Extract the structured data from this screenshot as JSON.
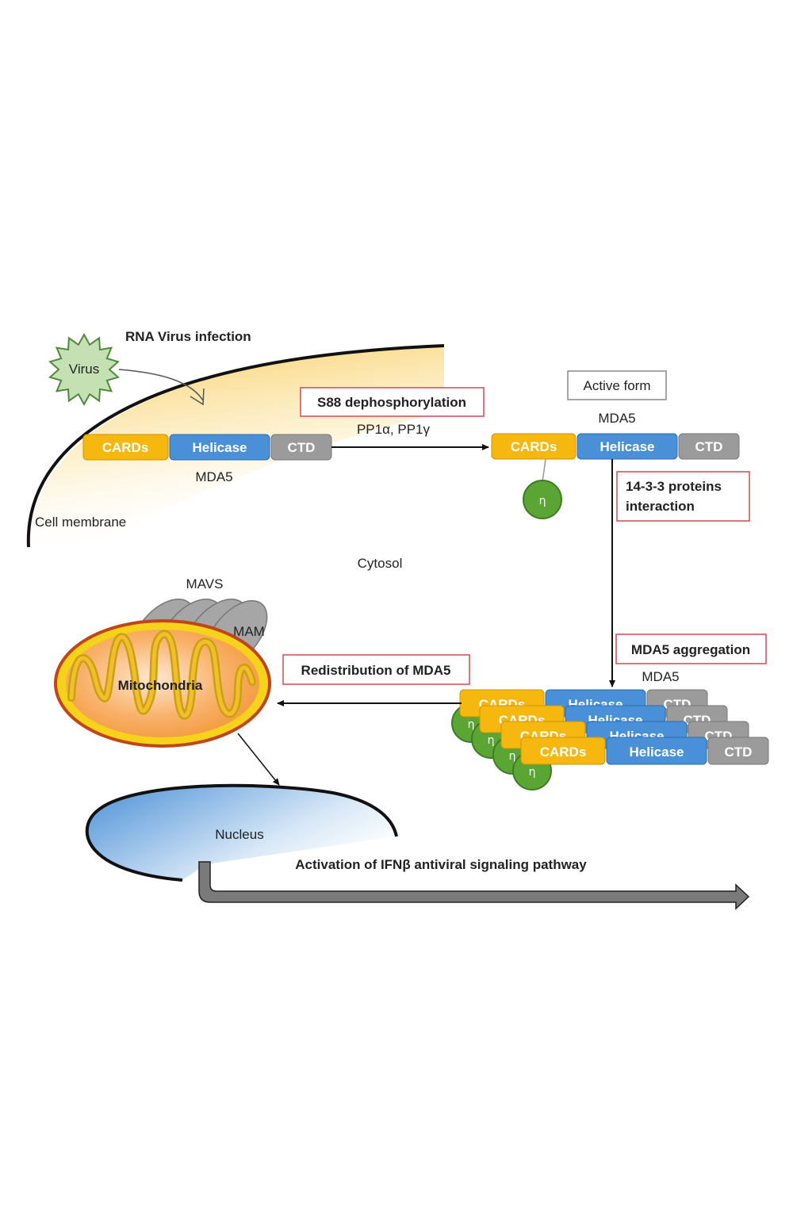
{
  "title": "RNA Virus infection",
  "colors": {
    "cards": "#F6B80F",
    "helicase": "#4A90D9",
    "ctd": "#9B9B9B",
    "eta": "#5AA534",
    "box_border": "#D04A55",
    "virus_fill": "#C5E0B3",
    "virus_stroke": "#4E8A3A"
  },
  "labels": {
    "virus": "Virus",
    "cell_membrane": "Cell membrane",
    "cytosol": "Cytosol",
    "mavs": "MAVS",
    "mam": "MAM",
    "mitochondria": "Mitochondria",
    "nucleus": "Nucleus",
    "mda5_inactive": "MDA5",
    "mda5_active": "MDA5",
    "mda5_aggregate": "MDA5",
    "pp1": "PP1α, PP1γ",
    "eta_symbol": "η",
    "ifn_pathway": "Activation of IFNβ antiviral signaling pathway"
  },
  "boxes": {
    "s88": "S88 dephosphorylation",
    "active_form": "Active form",
    "proteins_14_3_3_line1": "14-3-3 proteins",
    "proteins_14_3_3_line2": "interaction",
    "aggregation": "MDA5 aggregation",
    "redistribution": "Redistribution of MDA5"
  },
  "domains": {
    "cards": "CARDs",
    "helicase": "Helicase",
    "ctd": "CTD"
  }
}
